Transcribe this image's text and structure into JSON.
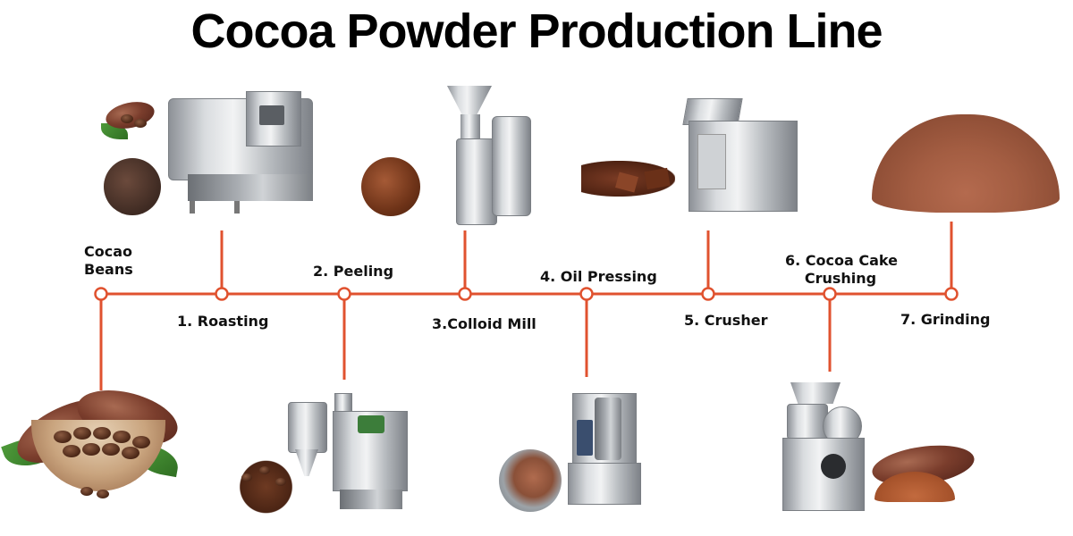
{
  "title": "Cocoa Powder Production Line",
  "colors": {
    "line": "#e0522f",
    "node_fill": "#ffffff",
    "text": "#111111"
  },
  "steps": [
    {
      "id": "cocoa-beans",
      "label_line1": "Cocao",
      "label_line2": "Beans"
    },
    {
      "id": "roasting",
      "label": "1. Roasting"
    },
    {
      "id": "peeling",
      "label": "2. Peeling"
    },
    {
      "id": "colloid-mill",
      "label": "3.Colloid Mill"
    },
    {
      "id": "oil-pressing",
      "label": "4. Oil Pressing"
    },
    {
      "id": "crusher",
      "label": "5. Crusher"
    },
    {
      "id": "cocoa-cake-crushing",
      "label_line1": "6. Cocoa Cake",
      "label_line2": "Crushing"
    },
    {
      "id": "grinding",
      "label": "7. Grinding"
    }
  ],
  "images": [
    {
      "id": "cocoa-pods-beans",
      "position": "bottom-left"
    },
    {
      "id": "roasting-machine",
      "position": "top"
    },
    {
      "id": "peeling-machine",
      "position": "bottom"
    },
    {
      "id": "colloid-mill-machine",
      "position": "top"
    },
    {
      "id": "hydraulic-oil-press",
      "position": "bottom"
    },
    {
      "id": "crusher-machine",
      "position": "top"
    },
    {
      "id": "grinder-machine",
      "position": "bottom"
    },
    {
      "id": "cocoa-powder-pile",
      "position": "top-right"
    }
  ]
}
